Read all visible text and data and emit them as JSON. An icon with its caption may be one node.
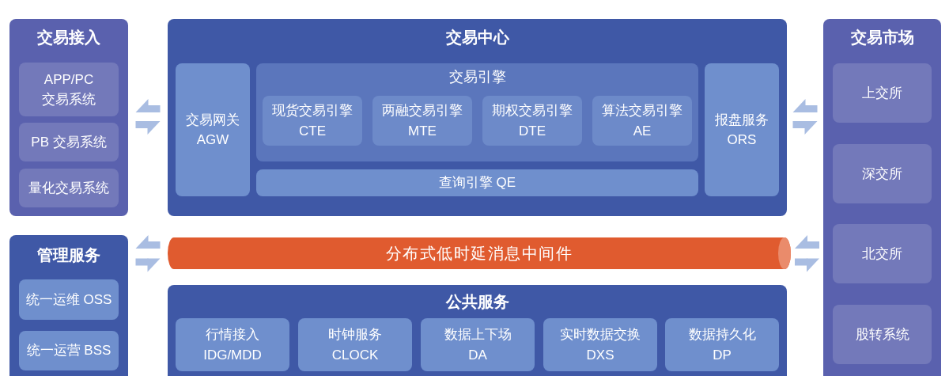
{
  "diagram": {
    "nodes": [
      {
        "text": [
          "交易接入"
        ]
      },
      {
        "text": [
          "APP/PC 交易系统"
        ],
        "in": 0
      },
      {
        "text": [
          "PB 交易系统"
        ],
        "in": 0
      },
      {
        "text": [
          "量化交易系统"
        ],
        "in": 0
      },
      {
        "text": [
          "交易中心"
        ]
      },
      {
        "text": [
          "交易网关 AGW"
        ],
        "in": 4
      },
      {
        "text": [
          "交易引擎"
        ],
        "in": 4
      },
      {
        "text": [
          "现货交易引擎 CTE"
        ],
        "in": 6
      },
      {
        "text": [
          "两融交易引擎 MTE"
        ],
        "in": 6
      },
      {
        "text": [
          "期权交易引擎 DTE"
        ],
        "in": 6
      },
      {
        "text": [
          "算法交易引擎 AE"
        ],
        "in": 6
      },
      {
        "text": [
          "查询引擎 QE"
        ],
        "in": 4
      },
      {
        "text": [
          "报盘服务 ORS"
        ],
        "in": 4
      },
      {
        "text": [
          "交易市场"
        ]
      },
      {
        "text": [
          "上交所"
        ],
        "in": 13
      },
      {
        "text": [
          "深交所"
        ],
        "in": 13
      },
      {
        "text": [
          "北交所"
        ],
        "in": 13
      },
      {
        "text": [
          "股转系统"
        ],
        "in": 13
      },
      {
        "text": [
          "管理服务"
        ]
      },
      {
        "text": [
          "统一运维 OSS"
        ],
        "in": 18
      },
      {
        "text": [
          "统一运营 BSS"
        ],
        "in": 18
      },
      {
        "text": [
          "分布式低时延消息中间件"
        ]
      },
      {
        "text": [
          "公共服务"
        ]
      },
      {
        "text": [
          "行情接入 IDG/MDD"
        ],
        "in": 22
      },
      {
        "text": [
          "时钟服务 CLOCK"
        ],
        "in": 22
      },
      {
        "text": [
          "数据上下场 DA"
        ],
        "in": 22
      },
      {
        "text": [
          "实时数据交换 DXS"
        ],
        "in": 22
      },
      {
        "text": [
          "数据持久化 DP"
        ],
        "in": 22
      }
    ],
    "edges": [
      {
        "from": 4,
        "to": 0,
        "arrow": "to"
      },
      {
        "from": 0,
        "to": 4,
        "arrow": "to"
      },
      {
        "from": 13,
        "to": 4,
        "arrow": "to"
      },
      {
        "from": 4,
        "to": 13,
        "arrow": "to"
      },
      {
        "from": 21,
        "to": 18,
        "arrow": "to"
      },
      {
        "from": 18,
        "to": 21,
        "arrow": "to"
      },
      {
        "from": 13,
        "to": 21,
        "arrow": "to"
      },
      {
        "from": 21,
        "to": 13,
        "arrow": "to"
      }
    ]
  }
}
